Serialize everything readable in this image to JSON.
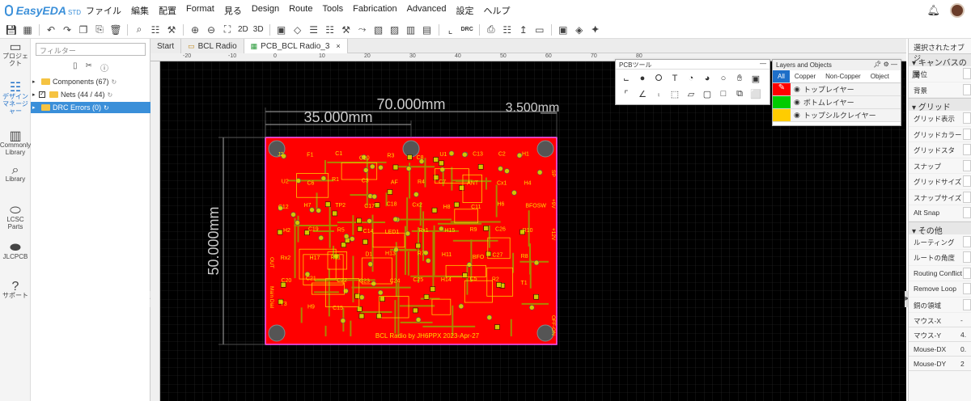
{
  "app": {
    "logo_text": "EasyEDA",
    "logo_suffix": "STD"
  },
  "menu": [
    "ファイル",
    "編集",
    "配置",
    "Format",
    "見る",
    "Design",
    "Route",
    "Tools",
    "Fabrication",
    "Advanced",
    "設定",
    "ヘルプ"
  ],
  "toolbar": {
    "btn_2d": "2D",
    "btn_3d": "3D",
    "btn_drc": "DRC"
  },
  "rail": [
    {
      "id": "project",
      "label": "プロジェクト",
      "icon": "folder-icon"
    },
    {
      "id": "design-manager",
      "label": "デザインマネージャー",
      "icon": "tree-icon",
      "active": true
    },
    {
      "id": "commonly-library",
      "label": "Commonly Library",
      "icon": "chip-icon"
    },
    {
      "id": "library",
      "label": "Library",
      "icon": "search-icon"
    },
    {
      "id": "lcsc-parts",
      "label": "LCSC Parts",
      "icon": "lcsc-icon"
    },
    {
      "id": "jlcpcb",
      "label": "JLCPCB",
      "icon": "jlc-icon"
    },
    {
      "id": "support",
      "label": "サポート",
      "icon": "help-icon"
    }
  ],
  "design_manager": {
    "filter_placeholder": "フィルター",
    "rows": [
      {
        "label": "Components (67)"
      },
      {
        "label": "Nets (44 / 44)",
        "checked": true
      },
      {
        "label": "DRC Errors (0)",
        "selected": true
      }
    ]
  },
  "tabs": [
    {
      "label": "Start"
    },
    {
      "label": "BCL Radio",
      "icon": "folder-icon"
    },
    {
      "label": "PCB_BCL Radio_3",
      "icon": "pcb-icon",
      "active": true
    }
  ],
  "ruler": {
    "labels": [
      "-20",
      "-10",
      "0",
      "10",
      "20",
      "30",
      "40",
      "50",
      "60",
      "70",
      "80"
    ]
  },
  "pcb": {
    "dimensions": [
      "70.000mm",
      "35.000mm",
      "3.500mm",
      "50.000mm"
    ],
    "footer_text": "BCL Radio by JH6PPX 2023-Apr-27",
    "labels": [
      "J2",
      "F1",
      "C1",
      "C10",
      "R3",
      "C8",
      "U1",
      "C13",
      "C2",
      "H1",
      "U2",
      "C6",
      "R1",
      "C3",
      "AF",
      "R4",
      "C7",
      "ANT",
      "Cx1",
      "H4",
      "C12",
      "H7",
      "TP2",
      "C17",
      "C18",
      "Cx2",
      "H8",
      "C11",
      "H6",
      "BFOSW",
      "H2",
      "C19",
      "R5",
      "C14",
      "LED1",
      "Rx1",
      "H15",
      "R9",
      "C26",
      "R10",
      "Rx2",
      "H17",
      "R11",
      "D1",
      "H13",
      "R7",
      "H11",
      "BFO",
      "C27",
      "R8",
      "C20",
      "C21",
      "C22",
      "C23",
      "C24",
      "C25",
      "H14",
      "C5",
      "R2",
      "T1",
      "T3",
      "H9",
      "C15"
    ],
    "side_labels": [
      "SP",
      "+9V",
      "+12V",
      "OUT",
      "Main Dial",
      "OFF-ON"
    ]
  },
  "pcb_tools": {
    "title": "PCBツール"
  },
  "layers_panel": {
    "title": "Layers and Objects",
    "tabs": [
      "All",
      "Copper",
      "Non-Copper",
      "Object"
    ],
    "rows": [
      {
        "name": "トップレイヤー",
        "color": "#ff0000"
      },
      {
        "name": "ボトムレイヤー",
        "color": "#00cc00"
      },
      {
        "name": "トップシルクレイヤー",
        "color": "#ffcc00"
      }
    ]
  },
  "right_panel": {
    "title": "選択されたオブジ",
    "sections": [
      {
        "head": "キャンバスの属",
        "rows": [
          "単位",
          "背景"
        ]
      },
      {
        "head": "グリッド",
        "rows": [
          "グリッド表示",
          "グリッドカラー",
          "グリッドスタ",
          "スナップ",
          "グリッドサイズ",
          "スナップサイズ",
          "Alt Snap"
        ]
      },
      {
        "head": "その他",
        "rows": [
          "ルーティング",
          "ルートの角度",
          "Routing Conflict",
          "Remove Loop",
          "銅の領域"
        ]
      }
    ],
    "stats": [
      {
        "label": "マウス-X",
        "value": "-"
      },
      {
        "label": "マウス-Y",
        "value": "4."
      },
      {
        "label": "Mouse-DX",
        "value": "0."
      },
      {
        "label": "Mouse-DY",
        "value": "2"
      }
    ]
  }
}
